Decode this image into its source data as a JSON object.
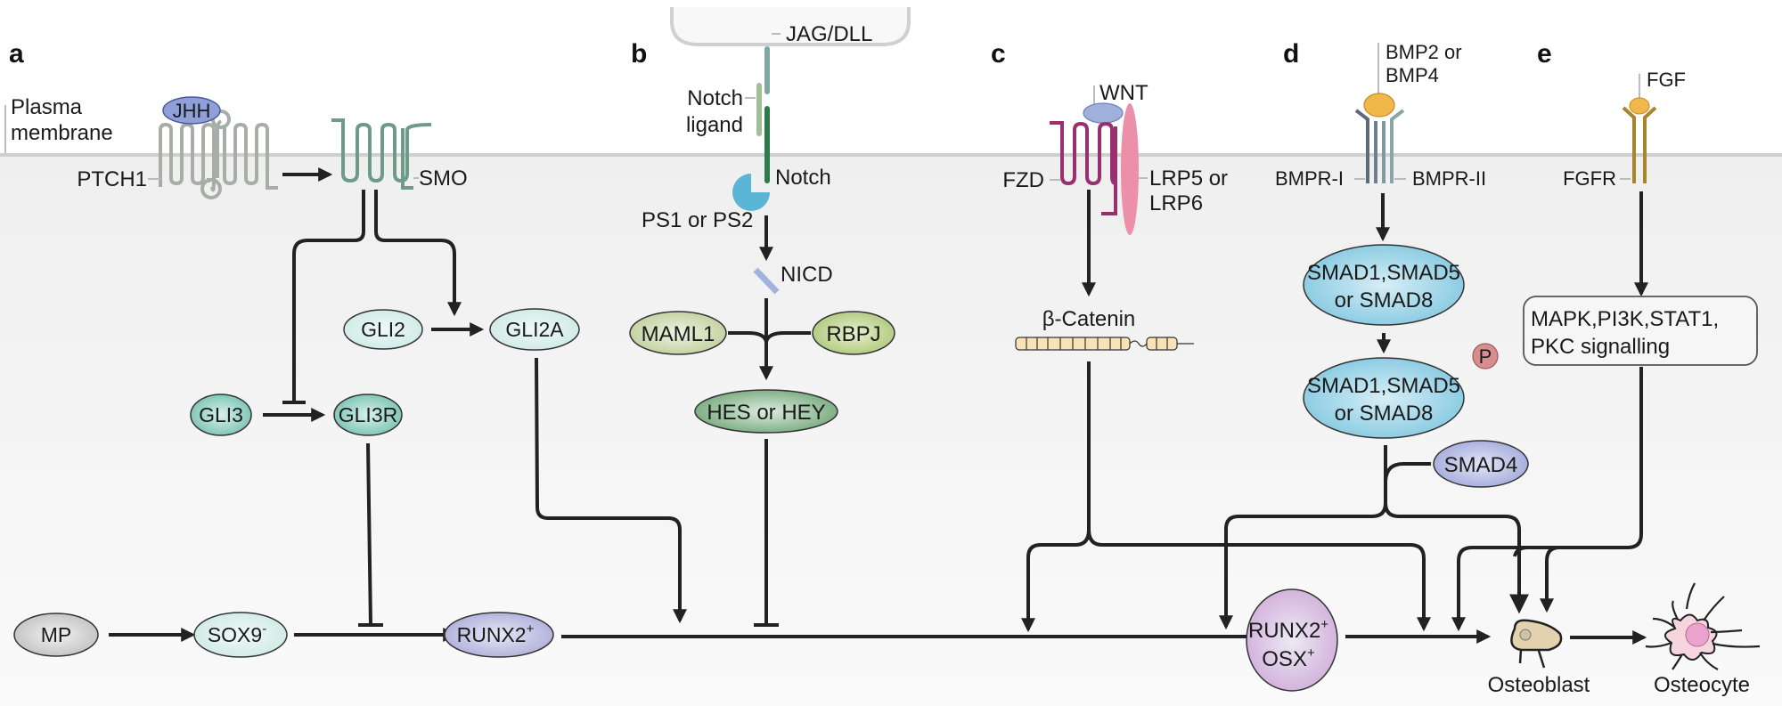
{
  "figure": {
    "title": "Signalling pathways regulating osteoblast differentiation",
    "colors": {
      "cytoplasm": "#f2f2f2",
      "membrane": "#d0d0d0",
      "arrow": "#222222",
      "gli_teal": "#7fc7b8",
      "gli_light": "#d8efec",
      "runx2_purple": "#b7b8de",
      "runx2_osx_pink": "#d9b8de",
      "smad_blue": "#8ccfe2",
      "smad4_purple": "#aab0dc",
      "maml_green": "#c9d7a8",
      "rbpj_green": "#b8d08a",
      "hes_green": "#7fb083",
      "wnt_blue": "#9fb0dc",
      "lrp_pink": "#ec8fa8",
      "fzd_magenta": "#9a2f6e",
      "bmp_yellow": "#f0b74a",
      "fgfr_gold": "#a8842c",
      "phospho": "#d88e8e",
      "osteoblast": "#e3d2b0",
      "osteocyte": "#f6d5de"
    }
  },
  "panels": {
    "a": {
      "letter": "a",
      "membrane_label_1": "Plasma",
      "membrane_label_2": "membrane",
      "ligand": "JHH",
      "receptor": "PTCH1",
      "smo": "SMO",
      "gli2": "GLI2",
      "gli2a": "GLI2A",
      "gli3": "GLI3",
      "gli3r": "GLI3R"
    },
    "b": {
      "letter": "b",
      "jag": "JAG/DLL",
      "ligand_1": "Notch",
      "ligand_2": "ligand",
      "notch": "Notch",
      "ps": "PS1 or PS2",
      "nicd": "NICD",
      "maml1": "MAML1",
      "rbpj": "RBPJ",
      "hes": "HES or HEY"
    },
    "c": {
      "letter": "c",
      "wnt": "WNT",
      "fzd": "FZD",
      "lrp_1": "LRP5 or",
      "lrp_2": "LRP6",
      "catenin": "β-Catenin"
    },
    "d": {
      "letter": "d",
      "bmp_1": "BMP2 or",
      "bmp_2": "BMP4",
      "bmpr1": "BMPR-I",
      "bmpr2": "BMPR-II",
      "smad_1": "SMAD1,SMAD5",
      "smad_2": "or SMAD8",
      "phospho": "P",
      "smad4": "SMAD4"
    },
    "e": {
      "letter": "e",
      "fgf": "FGF",
      "fgfr": "FGFR",
      "box_1": "MAPK,PI3K,STAT1,",
      "box_2": "PKC signalling"
    }
  },
  "lineage": {
    "mp": "MP",
    "sox9": "SOX9",
    "sox9_sup": "-",
    "runx2": "RUNX2",
    "runx2_sup": "+",
    "runx2osx_1": "RUNX2",
    "runx2osx_2": "OSX",
    "sup_plus": "+",
    "osteoblast": "Osteoblast",
    "osteocyte": "Osteocyte"
  }
}
